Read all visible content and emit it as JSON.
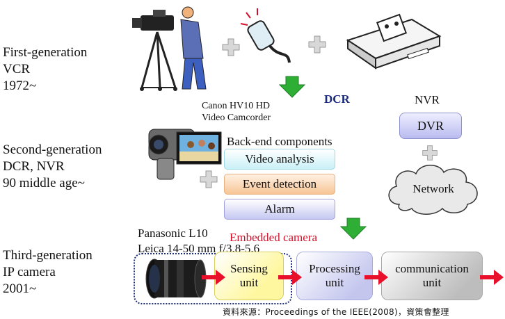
{
  "generations": [
    {
      "title": "First-generation\nVCR\n1972~"
    },
    {
      "title": "Second-generation\nDCR, NVR\n90 middle age~"
    },
    {
      "title": "Third-generation\nIP camera\n2001~"
    }
  ],
  "labels": {
    "dcr": "DCR",
    "nvr": "NVR",
    "camcorder": "Canon HV10 HD\nVideo Camcorder",
    "backend": "Back-end components",
    "panasonic": "Panasonic L10",
    "leica": "Leica 14-50 mm f/3.8-5.6",
    "embedded": "Embedded camera"
  },
  "backend_boxes": [
    "Video analysis",
    "Event detection",
    "Alarm"
  ],
  "nvr_boxes": {
    "dvr": "DVR",
    "network": "Network"
  },
  "pipeline": [
    "Sensing\nunit",
    "Processing\nunit",
    "communication\nunit"
  ],
  "source": "資料來源：Proceedings of the IEEE(2008)，資策會整理",
  "colors": {
    "embedded_text": "#d0102a",
    "dcr_text": "#1a2b7a",
    "arrow_red": "#e8102a",
    "arrow_green": "#2fae35"
  }
}
